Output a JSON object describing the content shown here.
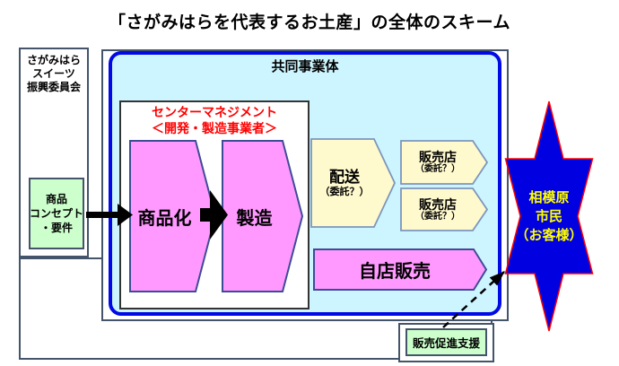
{
  "title": "「さがみはらを代表するお土産」の全体のスキーム",
  "committee_box": {
    "lines": [
      "さがみはら",
      "スイーツ",
      "振興委員会"
    ]
  },
  "joint_venture": {
    "label": "共同事業体"
  },
  "center_management": {
    "line1": "センターマネジメント",
    "line2": "＜開発・製造事業者＞"
  },
  "process": {
    "productization": "商品化",
    "manufacturing": "製造"
  },
  "delivery": {
    "label": "配送",
    "note": "（委託？）"
  },
  "stores": [
    {
      "label": "販売店",
      "note": "（委託？）"
    },
    {
      "label": "販売店",
      "note": "（委託？）"
    }
  ],
  "own_store": {
    "label": "自店販売"
  },
  "concept_box": {
    "lines": [
      "商品",
      "コンセプト",
      "・要件"
    ]
  },
  "citizens_star": {
    "lines": [
      "相模原",
      "市民",
      "（お客様）"
    ]
  },
  "promotion_box": {
    "label": "販売促進支援"
  },
  "colors": {
    "blue_border": "#0009E6",
    "blue_fill": "#CDF5FF",
    "pink_fill": "#FF99FF",
    "pink_border": "#3E4C96",
    "yellow_fill": "#FFF9CE",
    "yellow_border": "#7C96BC",
    "green_fill": "#CCFFCC",
    "star_fill": "#0000E0",
    "star_border": "#FF0000",
    "star_text": "#FFFF00",
    "box_border": "#44546A",
    "heading_red": "#FF0000"
  }
}
